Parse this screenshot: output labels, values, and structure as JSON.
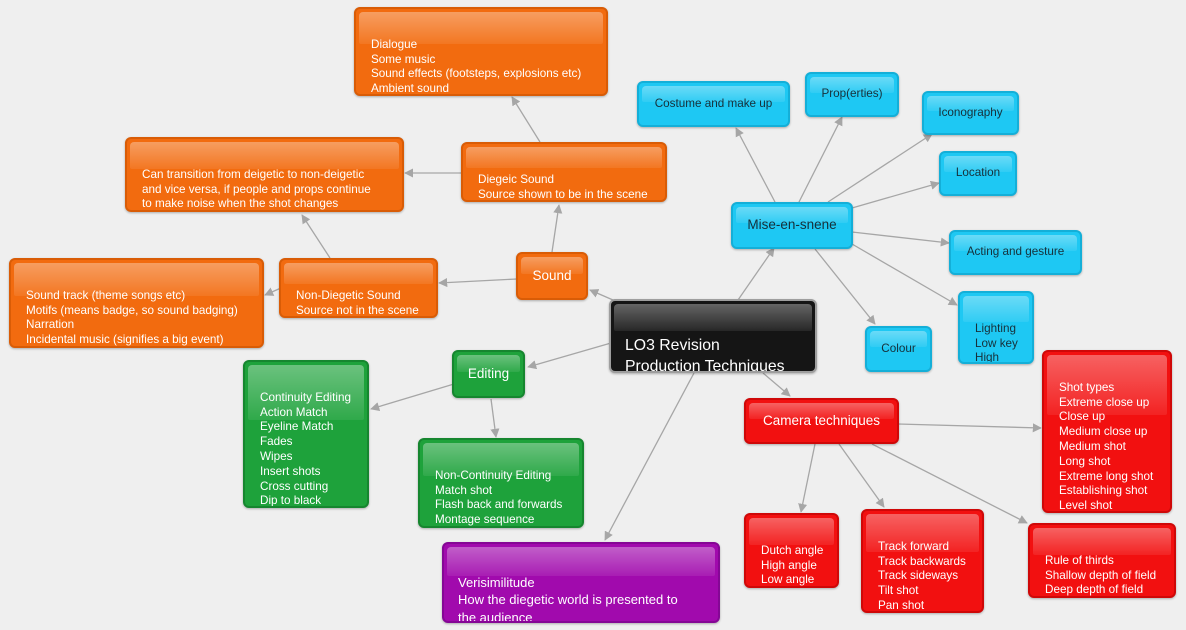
{
  "mindmap": {
    "central": {
      "text": "LO3 Revision\nProduction Techniques"
    },
    "sound": {
      "label": "Sound",
      "diegetic": {
        "text": "Diegeic Sound\nSource shown to be in the scene"
      },
      "diegetic_examples": {
        "text": "Dialogue\nSome music\nSound effects (footsteps, explosions etc)\nAmbient sound"
      },
      "transition": {
        "text": "Can transition from deigetic to non-deigetic\nand vice versa, if people and props continue\nto make noise when the shot changes"
      },
      "non_diegetic": {
        "text": "Non-Diegetic Sound\nSource not in the scene"
      },
      "non_diegetic_examples": {
        "text": "Sound track (theme songs etc)\nMotifs (means badge, so sound badging)\nNarration\nIncidental music (signifies a big event)"
      }
    },
    "mise_en_scene": {
      "label": "Mise-en-snene",
      "items": {
        "costume": "Costume and make up",
        "props": "Prop(erties)",
        "iconography": "Iconography",
        "location": "Location",
        "acting": "Acting and gesture",
        "lighting": "Lighting\nLow key\nHigh key",
        "colour": "Colour"
      }
    },
    "editing": {
      "label": "Editing",
      "continuity": {
        "text": "Continuity Editing\nAction Match\nEyeline Match\nFades\nWipes\nInsert shots\nCross cutting\nDip to black"
      },
      "non_continuity": {
        "text": "Non-Continuity Editing\nMatch shot\nFlash back and forwards\nMontage sequence"
      }
    },
    "camera": {
      "label": "Camera techniques",
      "shot_types": {
        "text": "Shot types\nExtreme close up\nClose up\nMedium close up\nMedium shot\nLong shot\nExtreme long shot\nEstablishing shot\nLevel shot"
      },
      "angles": {
        "text": "Dutch angle\nHigh angle\nLow angle"
      },
      "movement": {
        "text": "Track forward\nTrack backwards\nTrack sideways\nTilt shot\nPan shot"
      },
      "composition": {
        "text": "Rule of thirds\nShallow depth of field\nDeep depth of field"
      }
    },
    "verisimilitude": {
      "text": "Verisimilitude\nHow the diegetic world is presented to\nthe audience"
    }
  },
  "colors": {
    "sound_branch": "#f26b0f",
    "mise_en_scene_branch": "#1ec8f3",
    "editing_branch": "#1ea23b",
    "camera_branch": "#f21010",
    "verisimilitude_branch": "#a10aad",
    "central_node": "#151515",
    "connector": "#a6a6a6",
    "background": "#efefef"
  }
}
